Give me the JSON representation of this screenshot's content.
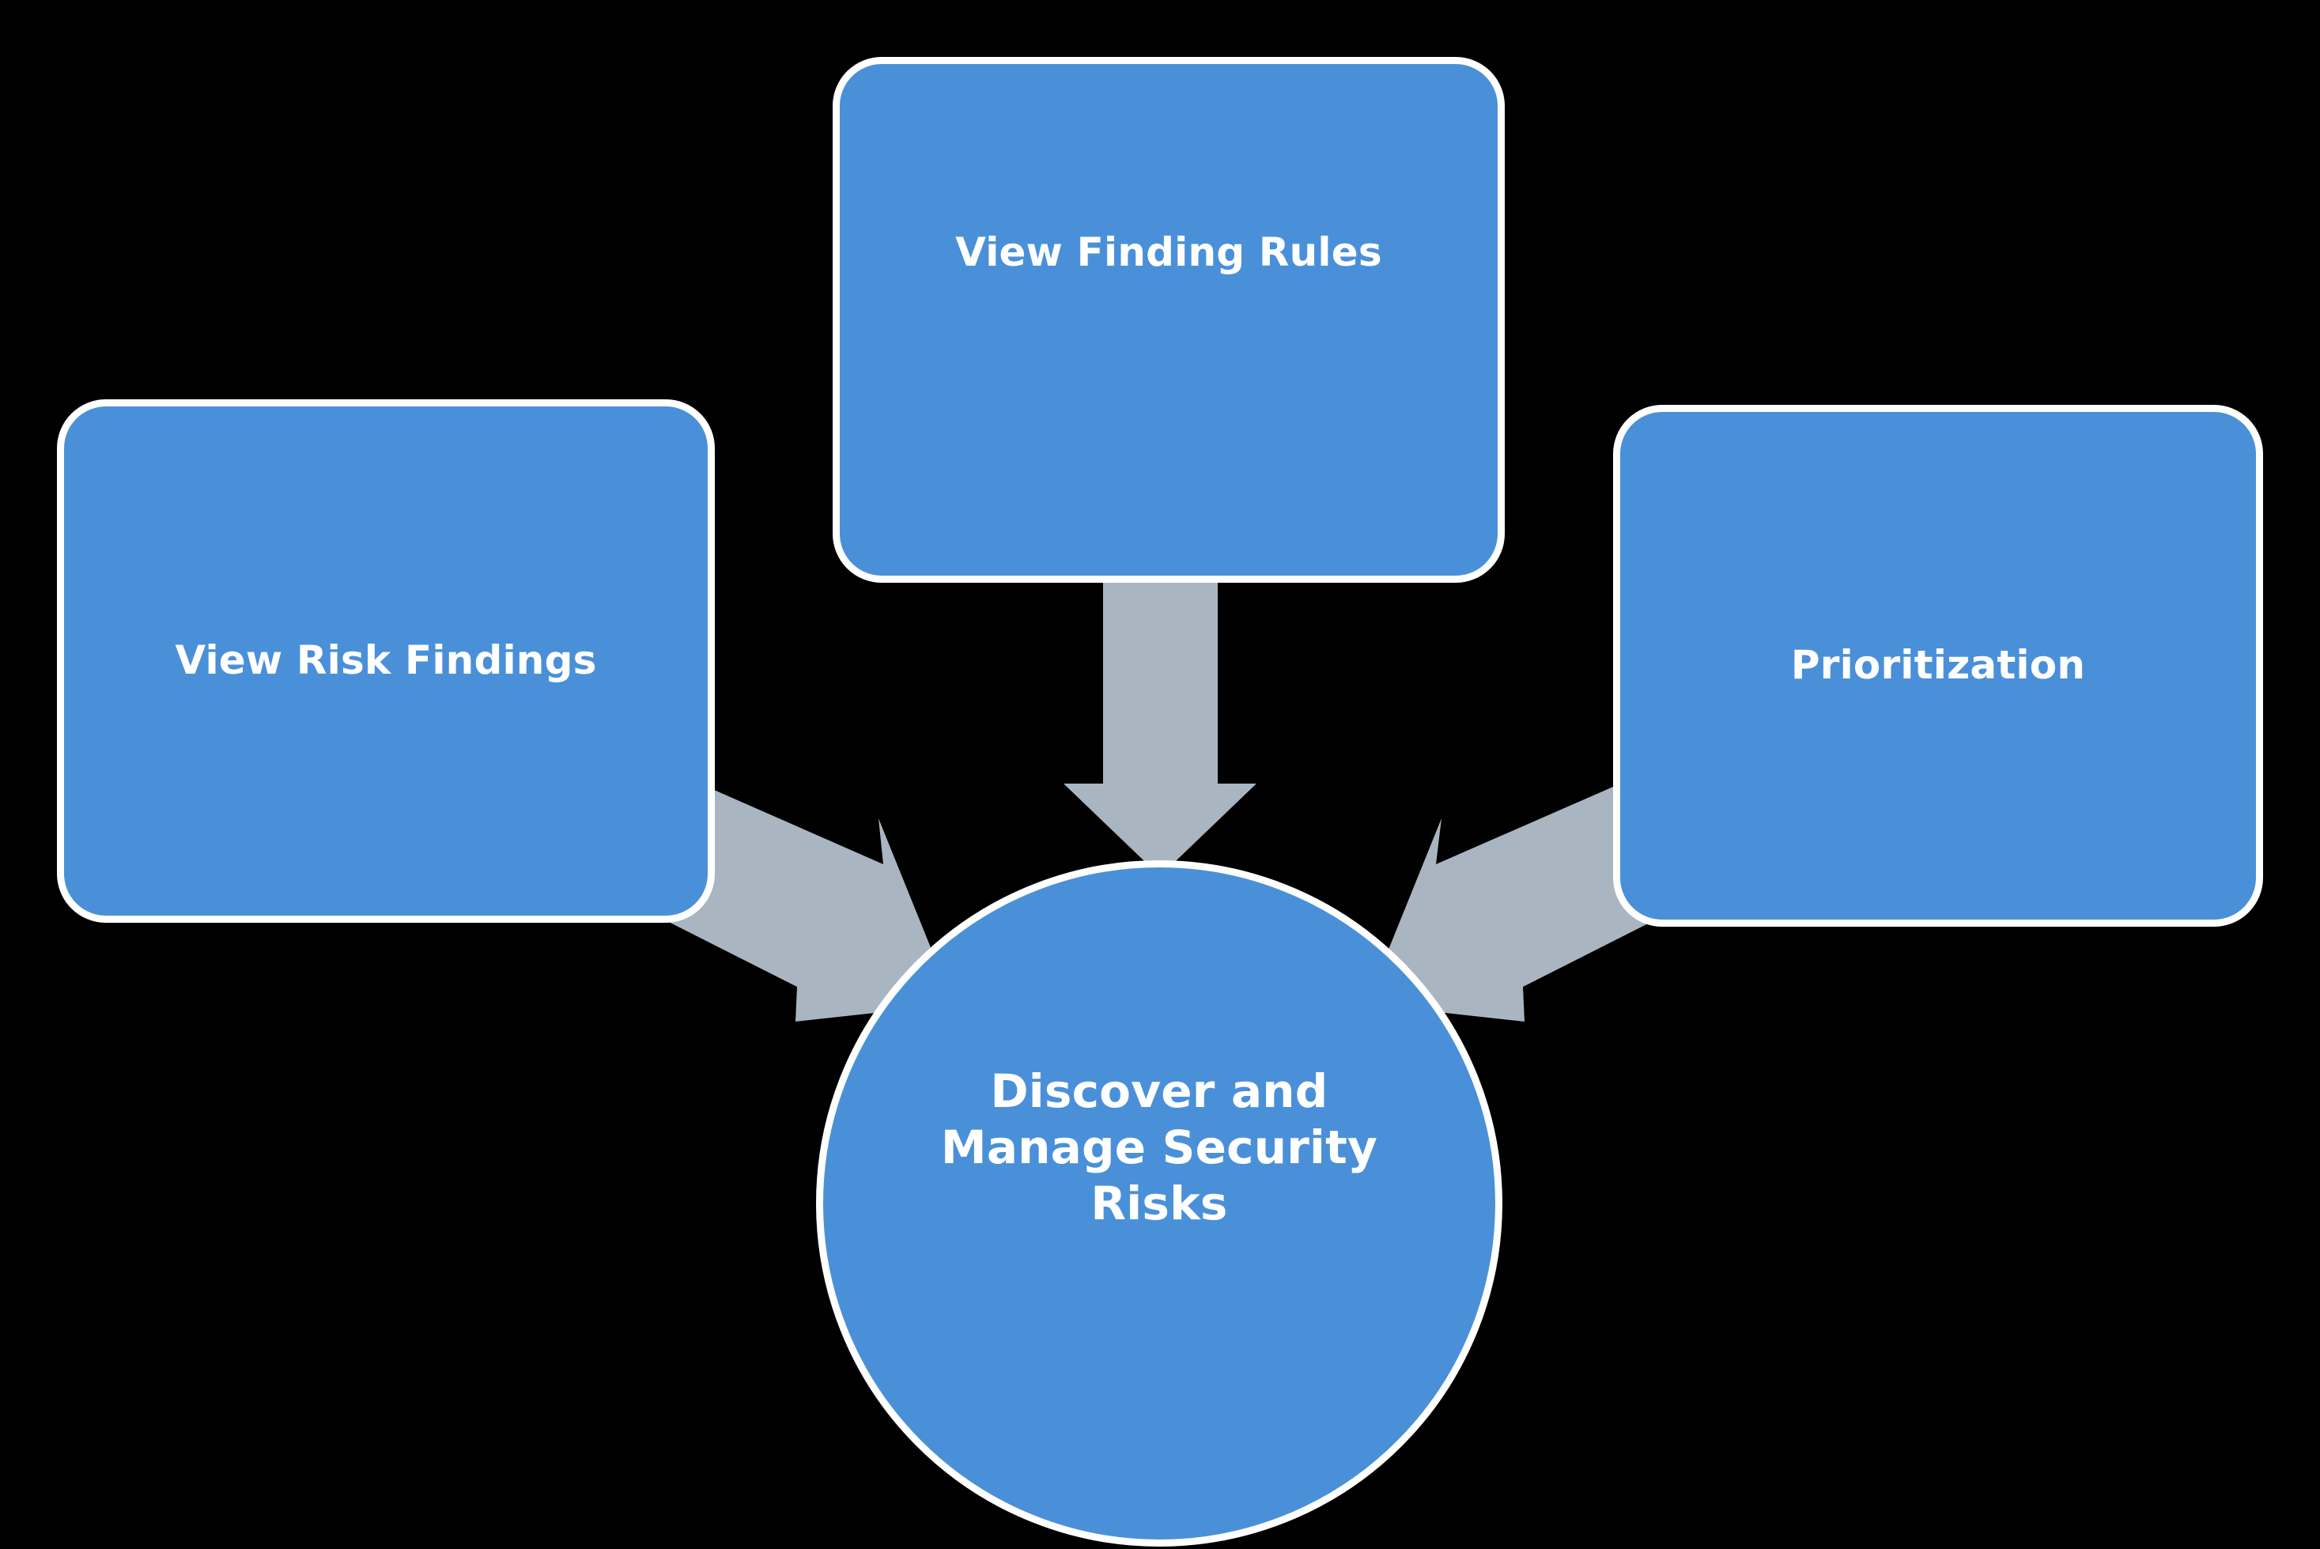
{
  "diagram": {
    "title": "Discover and Manage Security Risks",
    "background_color": "#000000",
    "node_fill_color": "#4A90D9",
    "node_border_color": "#FFFFFF",
    "arrow_color": "#A9B6C2",
    "text_color": "#FFFFFF",
    "nodes": [
      {
        "id": "view-risk-findings",
        "label": "View Risk Findings",
        "shape": "rounded-rectangle",
        "position": "left"
      },
      {
        "id": "view-finding-rules",
        "label": "View Finding Rules",
        "shape": "rounded-rectangle",
        "position": "top-center"
      },
      {
        "id": "prioritization",
        "label": "Prioritization",
        "shape": "rounded-rectangle",
        "position": "right"
      },
      {
        "id": "discover-manage-security-risks",
        "label": "Discover and\nManage Security\nRisks",
        "shape": "circle",
        "position": "bottom-center"
      }
    ],
    "connectors": [
      {
        "id": "arrow-left-to-center",
        "from": "view-risk-findings",
        "to": "discover-manage-security-risks",
        "style": "block-arrow",
        "direction": "down-right"
      },
      {
        "id": "arrow-top-to-center",
        "from": "view-finding-rules",
        "to": "discover-manage-security-risks",
        "style": "block-arrow",
        "direction": "down"
      },
      {
        "id": "arrow-right-to-center",
        "from": "prioritization",
        "to": "discover-manage-security-risks",
        "style": "block-arrow",
        "direction": "down-left"
      }
    ]
  }
}
